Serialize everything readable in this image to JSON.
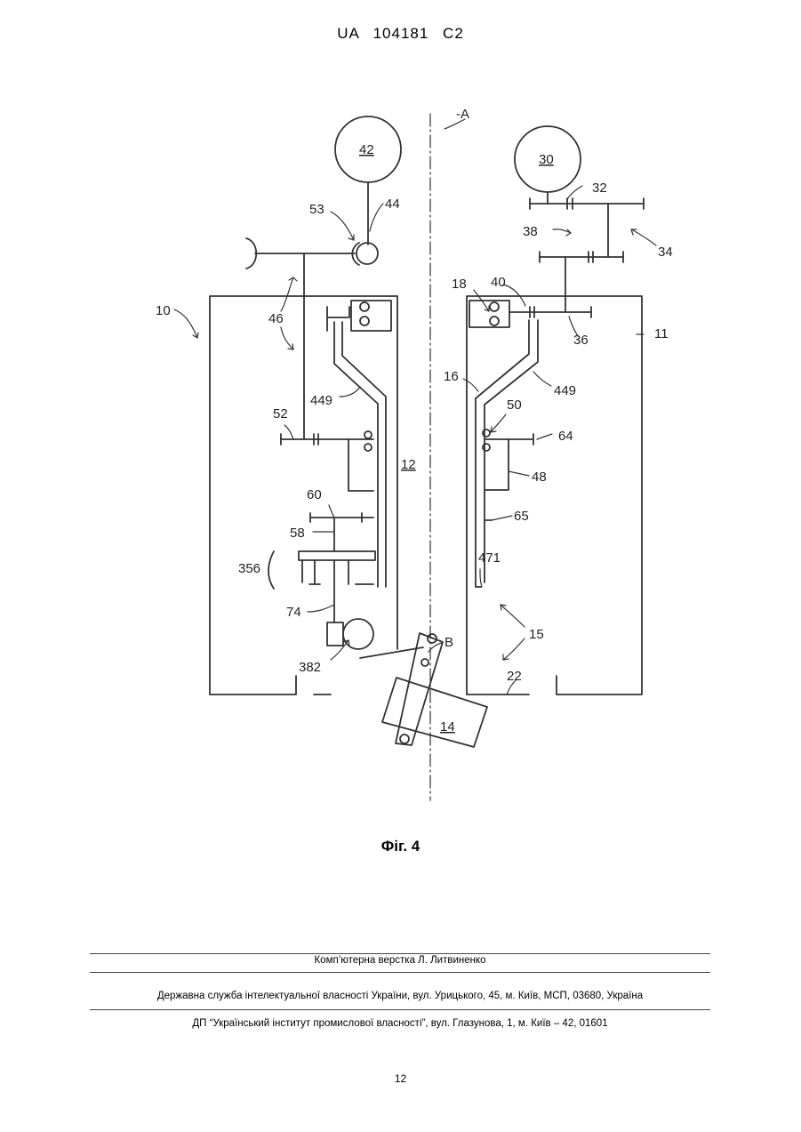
{
  "header": {
    "patent_id": "UA   104181   C2"
  },
  "figure": {
    "caption": "Фіг. 4",
    "labels": {
      "axis_A": "A",
      "point_B": "B",
      "l42": "42",
      "l44": "44",
      "l53": "53",
      "l46": "46",
      "l10": "10",
      "l449a": "449",
      "l52": "52",
      "l12": "12",
      "l60": "60",
      "l58": "58",
      "l356": "356",
      "l74": "74",
      "l382": "382",
      "l14": "14",
      "l30": "30",
      "l32": "32",
      "l38": "38",
      "l34": "34",
      "l18": "18",
      "l40": "40",
      "l36": "36",
      "l11": "11",
      "l16": "16",
      "l449b": "449",
      "l50": "50",
      "l64": "64",
      "l48": "48",
      "l65": "65",
      "l471": "471",
      "l15": "15",
      "l22": "22"
    }
  },
  "footer": {
    "line1": "Комп’ютерна верстка Л. Литвиненко",
    "line2": "Державна служба інтелектуальної власності України, вул. Урицького, 45, м. Київ, МСП, 03680, Україна",
    "line3": "ДП “Український інститут промислової власності”, вул. Глазунова, 1, м. Київ – 42, 01601",
    "page_number": "12"
  }
}
